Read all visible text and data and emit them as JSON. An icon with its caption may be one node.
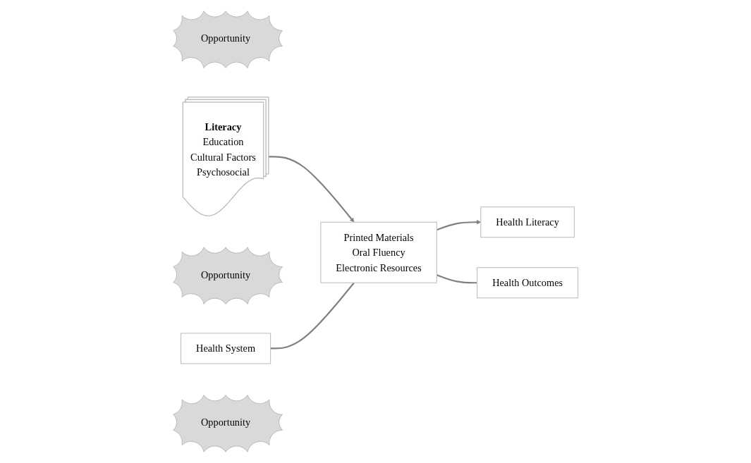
{
  "diagram": {
    "nodes": [
      {
        "text": [
          "Opportunity"
        ]
      },
      {
        "text": [
          "Health System"
        ]
      },
      {
        "text": [
          "Opportunity"
        ]
      },
      {
        "text": [
          "Literacy",
          "Education",
          "Cultural Factors",
          "Psychosocial"
        ]
      },
      {
        "text": [
          "Printed Materials",
          "Oral Fluency",
          "Electronic Resources"
        ]
      },
      {
        "text": [
          "Health Literacy"
        ]
      },
      {
        "text": [
          "Health Outcomes"
        ]
      },
      {
        "text": [
          "Opportunity"
        ]
      }
    ],
    "edges": [
      {
        "from": 3,
        "to": 4,
        "arrow": "to"
      },
      {
        "from": 4,
        "to": 5,
        "arrow": "to"
      },
      {
        "from": 1,
        "to": 4,
        "arrow": "none"
      },
      {
        "from": 4,
        "to": 6,
        "arrow": "none"
      }
    ]
  }
}
